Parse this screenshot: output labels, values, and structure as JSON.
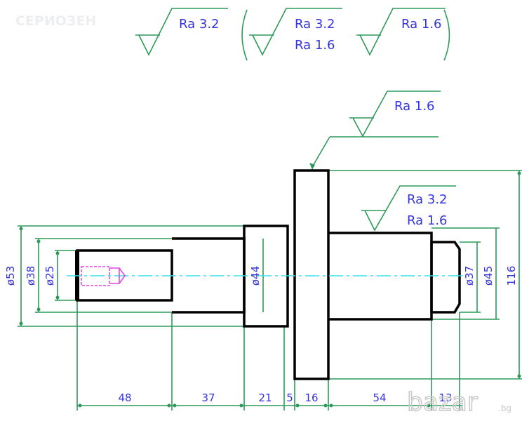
{
  "watermark_top": "СЕРИОЗЕН",
  "watermark_bottom": {
    "brand": "bazar",
    "suffix": ".bg"
  },
  "surface_finish": {
    "general": "Ra 3.2",
    "paren_1": "Ra 3.2",
    "paren_2": "Ra 1.6",
    "paren_3": "Ra 1.6",
    "flange_face": "Ra 1.6",
    "shaft_right_1": "Ra 3.2",
    "shaft_right_2": "Ra 1.6"
  },
  "diameters": {
    "d53": "ø53",
    "d38": "ø38",
    "d25": "ø25",
    "d44": "ø44",
    "d37": "ø37",
    "d45": "ø45",
    "h116": "116"
  },
  "lengths": [
    "48",
    "37",
    "21",
    "5",
    "16",
    "54",
    "13"
  ],
  "colors": {
    "dimension": "#2e9a5a",
    "text": "#3434e0",
    "outline": "#000000",
    "centerline": "#33e0e8",
    "thread": "#e040e0"
  }
}
